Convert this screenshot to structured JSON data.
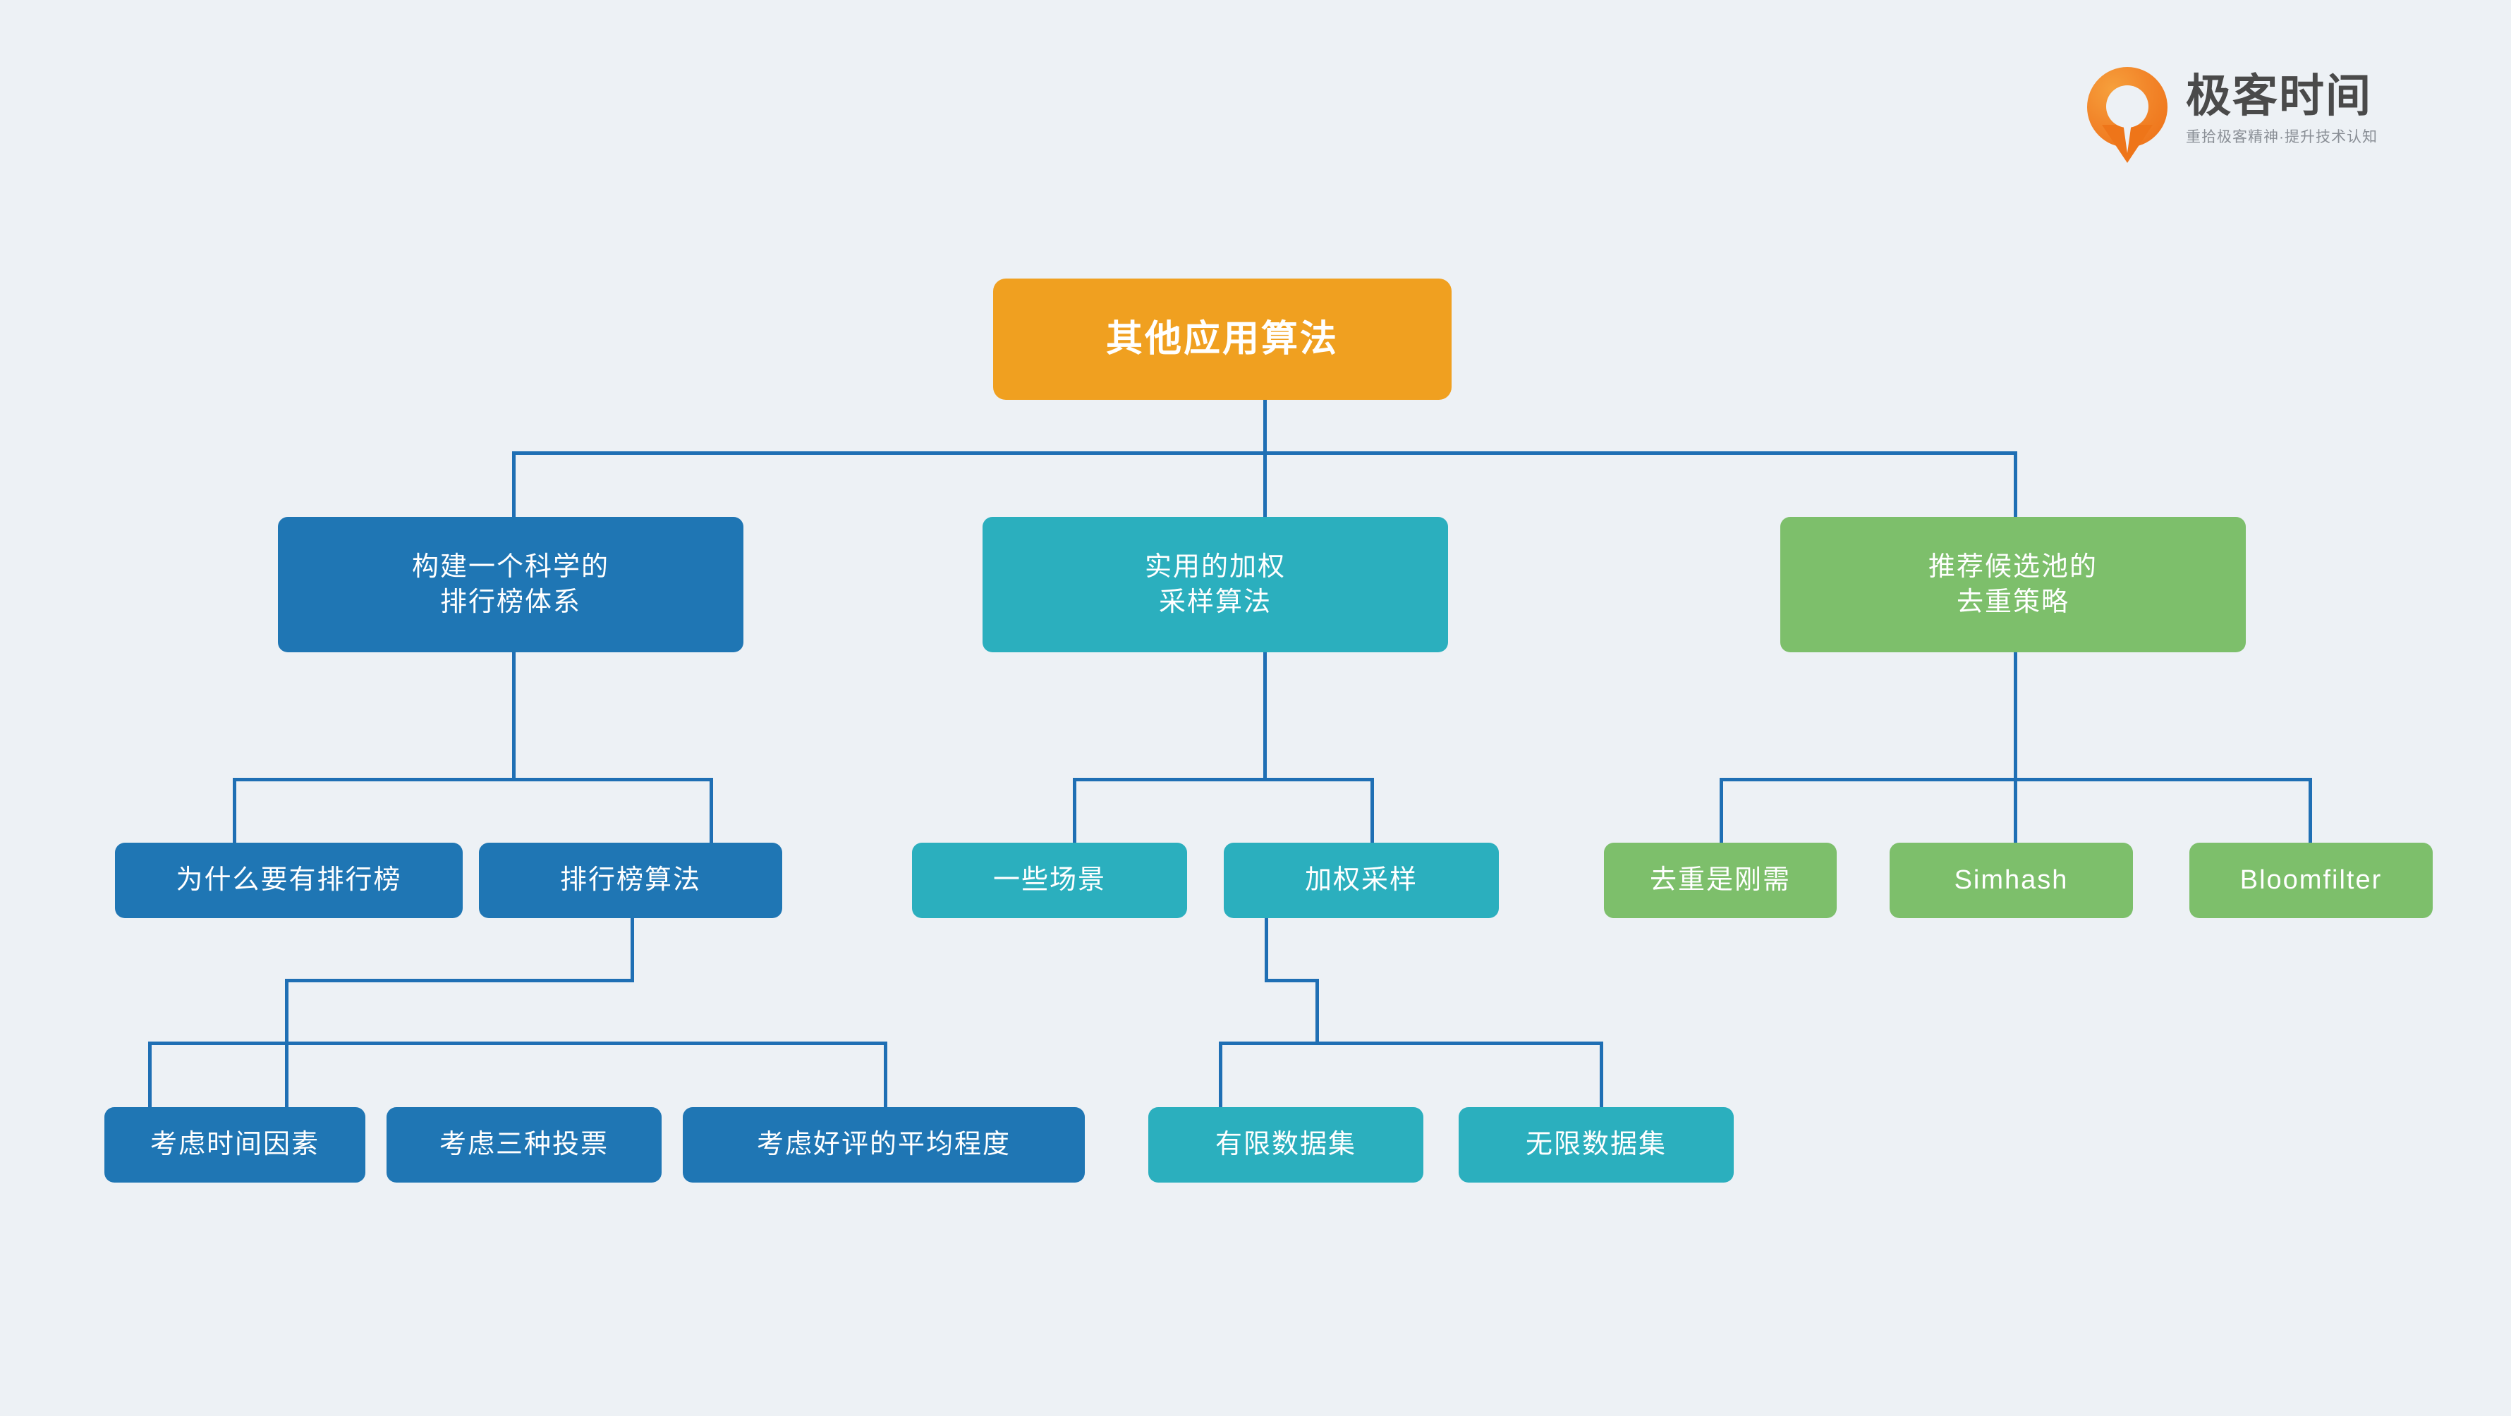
{
  "brand": {
    "name": "极客时间",
    "tagline": "重拾极客精神·提升技术认知",
    "logo_icon": "geekbang-drop-logo-icon",
    "color": "#ee7519"
  },
  "canvas": {
    "background": "#edf1f5",
    "connector_color": "#1f6fb4"
  },
  "palette": {
    "root": "#f0a020",
    "blue": "#1f76b4",
    "teal": "#2bafbe",
    "green": "#7dbf6b"
  },
  "diagram": {
    "type": "mindmap-tree",
    "root": {
      "id": "root",
      "label": "其他应用算法",
      "color": "#f0a020",
      "level": 1
    },
    "branches": [
      {
        "id": "branch-ranking",
        "label": "构建一个科学的\n排行榜体系",
        "color": "#1f76b4",
        "level": 2,
        "children": [
          {
            "id": "why-ranking",
            "label": "为什么要有排行榜",
            "color": "#1f76b4",
            "level": 3,
            "children": []
          },
          {
            "id": "ranking-algorithms",
            "label": "排行榜算法",
            "color": "#1f76b4",
            "level": 3,
            "children": [
              {
                "id": "time-factor",
                "label": "考虑时间因素",
                "color": "#1f76b4",
                "level": 4
              },
              {
                "id": "three-votes",
                "label": "考虑三种投票",
                "color": "#1f76b4",
                "level": 4
              },
              {
                "id": "average-praise",
                "label": "考虑好评的平均程度",
                "color": "#1f76b4",
                "level": 4
              }
            ]
          }
        ]
      },
      {
        "id": "branch-sampling",
        "label": "实用的加权\n采样算法",
        "color": "#2bafbe",
        "level": 2,
        "children": [
          {
            "id": "scenarios",
            "label": "一些场景",
            "color": "#2bafbe",
            "level": 3,
            "children": []
          },
          {
            "id": "weighted-sampling",
            "label": "加权采样",
            "color": "#2bafbe",
            "level": 3,
            "children": [
              {
                "id": "finite-dataset",
                "label": "有限数据集",
                "color": "#2bafbe",
                "level": 4
              },
              {
                "id": "infinite-dataset",
                "label": "无限数据集",
                "color": "#2bafbe",
                "level": 4
              }
            ]
          }
        ]
      },
      {
        "id": "branch-dedup",
        "label": "推荐候选池的\n去重策略",
        "color": "#7dbf6b",
        "level": 2,
        "children": [
          {
            "id": "dedup-must",
            "label": "去重是刚需",
            "color": "#7dbf6b",
            "level": 3,
            "children": []
          },
          {
            "id": "simhash",
            "label": "Simhash",
            "color": "#7dbf6b",
            "level": 3,
            "children": []
          },
          {
            "id": "bloomfilter",
            "label": "Bloomfilter",
            "color": "#7dbf6b",
            "level": 3,
            "children": []
          }
        ]
      }
    ]
  }
}
